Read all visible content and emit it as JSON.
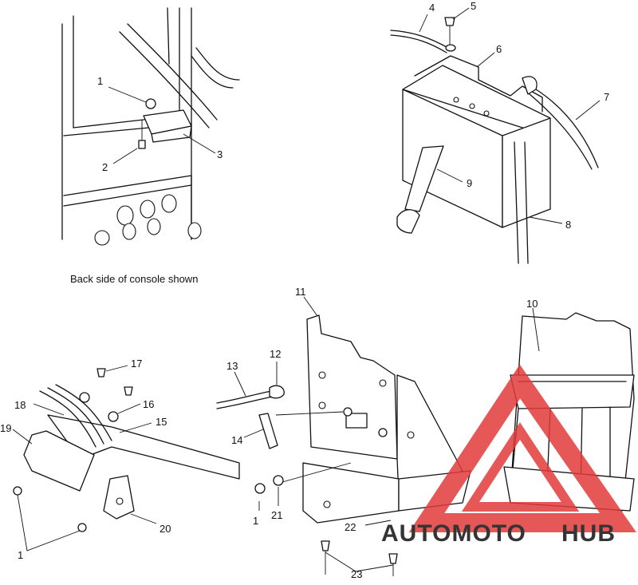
{
  "caption": "Back side of console shown",
  "callouts": {
    "c1_console": "1",
    "c2_console": "2",
    "c3": "3",
    "c4": "4",
    "c5": "5",
    "c6": "6",
    "c7": "7",
    "c8": "8",
    "c9": "9",
    "c10": "10",
    "c11": "11",
    "c12": "12",
    "c13": "13",
    "c14": "14",
    "c15": "15",
    "c16": "16",
    "c17": "17",
    "c18": "18",
    "c19": "19",
    "c20": "20",
    "c1_left": "1",
    "c1_bottom": "1",
    "c21": "21",
    "c22": "22",
    "c23": "23"
  },
  "watermark": {
    "letters_red": "AUTOMOTO",
    "letters_gray": "HUB",
    "color_red": "#e23b3b",
    "color_gray": "#777777"
  }
}
